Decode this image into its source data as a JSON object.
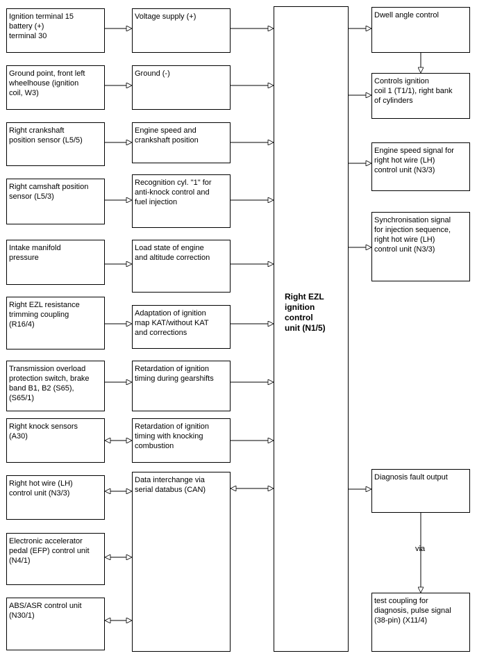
{
  "inputs": [
    {
      "text": "Ignition terminal 15\nbattery (+)\nterminal 30"
    },
    {
      "text": "Ground point, front left\nwheelhouse (ignition\ncoil, W3)"
    },
    {
      "text": "Right crankshaft\nposition sensor (L5/5)"
    },
    {
      "text": "Right camshaft position\nsensor (L5/3)"
    },
    {
      "text": "Intake manifold\npressure"
    },
    {
      "text": "Right EZL resistance\ntrimming coupling\n(R16/4)"
    },
    {
      "text": "Transmission overload\nprotection switch, brake\nband B1, B2 (S65),\n(S65/1)"
    },
    {
      "text": "Right knock sensors\n(A30)"
    },
    {
      "text": "Right hot wire (LH)\ncontrol unit (N3/3)"
    },
    {
      "text": "Electronic accelerator\npedal (EFP) control unit\n(N4/1)"
    },
    {
      "text": "ABS/ASR control unit\n(N30/1)"
    }
  ],
  "functions": [
    {
      "text": "Voltage supply (+)"
    },
    {
      "text": "Ground (-)"
    },
    {
      "text": "Engine speed and\ncrankshaft position"
    },
    {
      "text": "Recognition cyl. \"1\" for\nanti-knock control and\nfuel injection"
    },
    {
      "text": "Load state of engine\nand altitude correction"
    },
    {
      "text": "Adaptation of ignition\nmap KAT/without KAT\nand corrections"
    },
    {
      "text": "Retardation of ignition\ntiming during gearshifts"
    },
    {
      "text": "Retardation of ignition\ntiming with knocking\ncombustion"
    },
    {
      "text": "Data interchange via\nserial databus (CAN)"
    }
  ],
  "control_unit": {
    "text": "Right EZL\nignition\ncontrol\nunit (N1/5)"
  },
  "outputs": [
    {
      "text": "Dwell angle control"
    },
    {
      "text": "Controls ignition\ncoil 1 (T1/1), right bank\nof cylinders"
    },
    {
      "text": "Engine speed signal for\nright hot wire (LH)\ncontrol unit (N3/3)"
    },
    {
      "text": "Synchronisation signal\nfor injection sequence,\nright hot wire (LH)\ncontrol unit (N3/3)"
    },
    {
      "text": "Diagnosis fault output"
    },
    {
      "text": "test coupling for\ndiagnosis, pulse signal\n(38-pin) (X11/4)"
    }
  ],
  "via_label": "via"
}
